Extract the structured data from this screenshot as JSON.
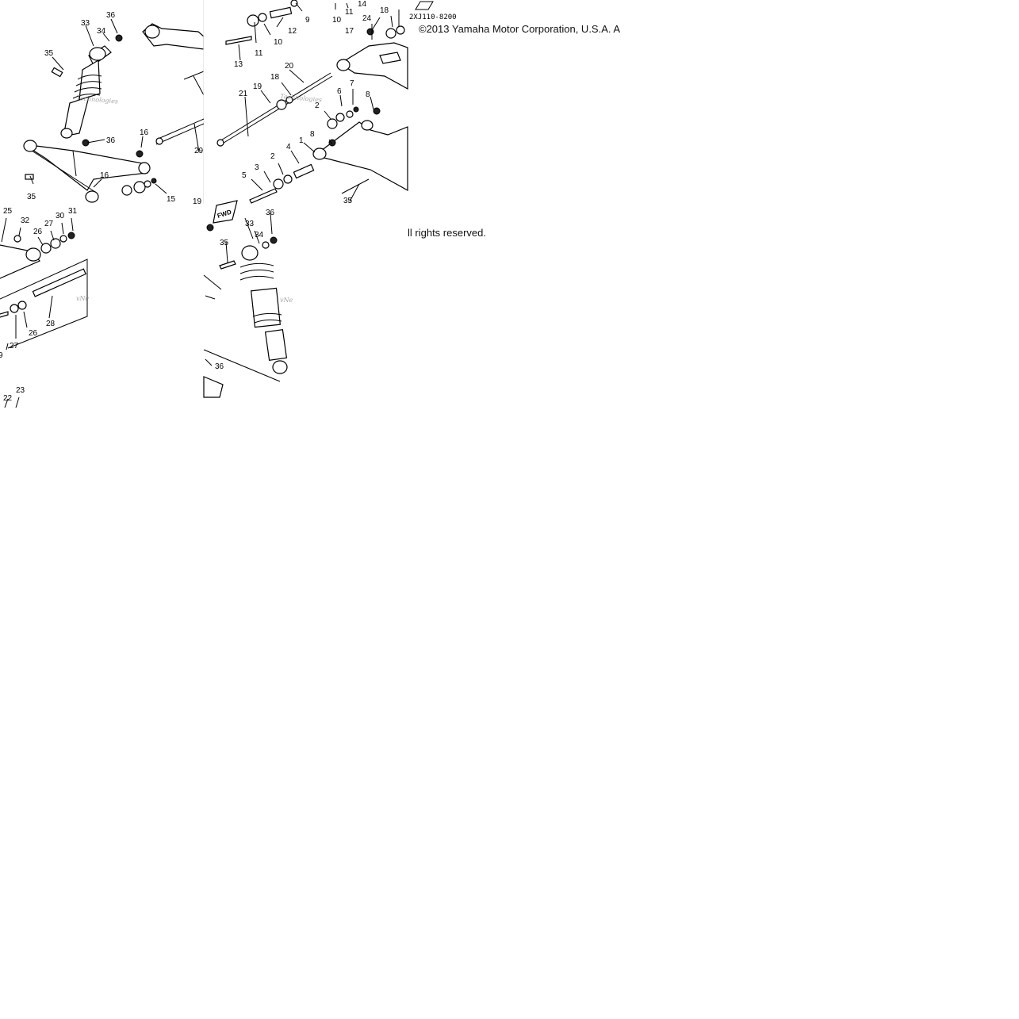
{
  "diagram": {
    "drawing_code": "2XJ110-8200",
    "copyright_line": "©2013 Yamaha Motor Corporation, U.S.A. A",
    "rights_line": "ll rights reserved.",
    "watermark": "Technologies",
    "watermark_short": "vNe",
    "fwd_label": "FWD",
    "callouts": {
      "tile_a": [
        "33",
        "36",
        "34",
        "35",
        "36",
        "16",
        "16",
        "35",
        "15"
      ],
      "tile_b": [
        "29"
      ],
      "tile_c": [
        "9",
        "10",
        "11",
        "14",
        "24",
        "18",
        "12",
        "10",
        "11",
        "13",
        "17",
        "20",
        "21",
        "19",
        "18",
        "6",
        "7",
        "8",
        "2",
        "8",
        "1",
        "4",
        "5",
        "3",
        "2",
        "35"
      ],
      "tile_d": [
        "25",
        "32",
        "27",
        "30",
        "31",
        "26",
        "28",
        "26",
        "27",
        "9",
        "22",
        "23"
      ],
      "tile_e": [
        "19",
        "33",
        "36",
        "34",
        "35",
        "36"
      ]
    }
  }
}
